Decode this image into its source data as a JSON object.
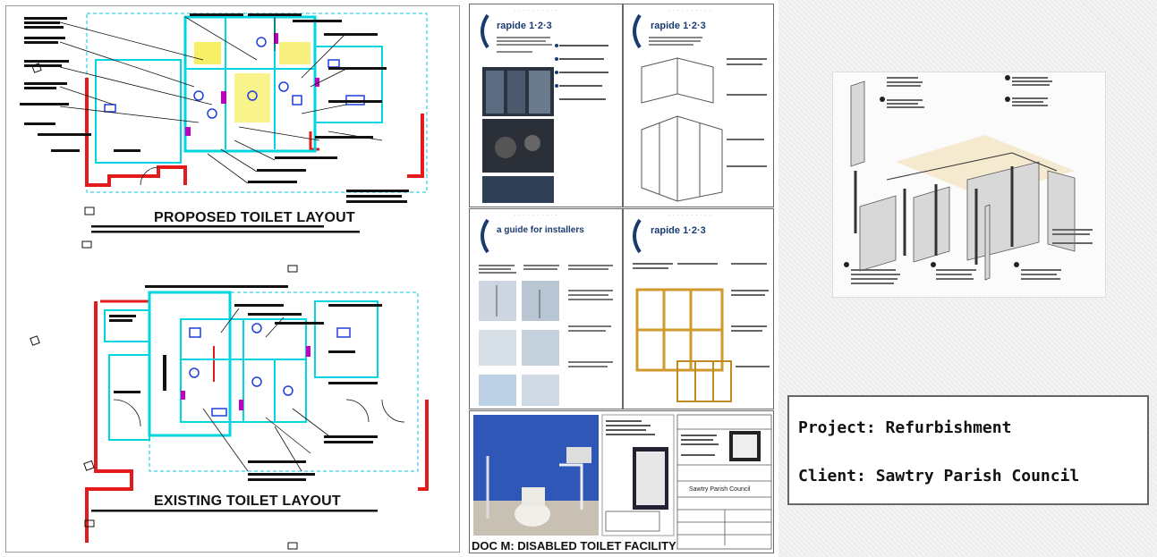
{
  "drawing": {
    "proposed_title": "PROPOSED TOILET LAYOUT",
    "existing_title": "EXISTING TOILET LAYOUT",
    "colors": {
      "wall_cyan": "#00d5e0",
      "wall_red": "#e31b1b",
      "fixture_magenta": "#c000c0",
      "yellow": "#f2e400"
    }
  },
  "brochures": {
    "panels": [
      {
        "name": "rapide 1·2·3"
      },
      {
        "name": "rapide 1·2·3"
      },
      {
        "name": "a guide for installers"
      },
      {
        "name": "rapide 1·2·3"
      }
    ],
    "docm_caption": "DOC M: DISABLED TOILET FACILITY",
    "title_block_client": "Sawtry Parish Council"
  },
  "project": {
    "project_line": "Project: Refurbishment",
    "client_line": "Client: Sawtry Parish Council"
  }
}
